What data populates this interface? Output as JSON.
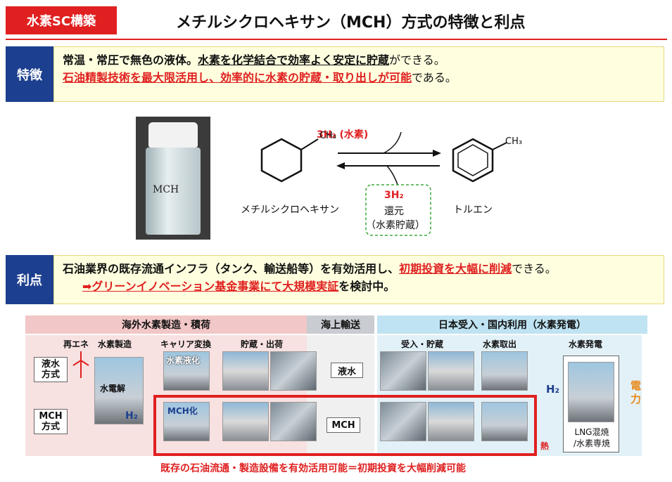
{
  "header": {
    "tag": "水素SC構築",
    "title": "メチルシクロヘキサン（MCH）方式の特徴と利点"
  },
  "features": {
    "label": "特徴",
    "line1_a": "常温・常圧で無色の液体",
    "line1_b": "。",
    "line1_c": "水素を化学結合で効率よく安定に貯蔵",
    "line1_d": "ができる。",
    "line2_a": "石油精製技術を最大限活用し、効率的に水素の貯蔵・取り出しが可能",
    "line2_b": "である。"
  },
  "bottle": {
    "label": "MCH"
  },
  "reaction": {
    "left_compound": "メチルシクロヘキサン",
    "right_compound": "トルエン",
    "release": "3H₂ (水素)",
    "absorb": "3H₂",
    "absorb_note1": "還元",
    "absorb_note2": "（水素貯蔵）",
    "methyl": "CH₃",
    "h": "H"
  },
  "benefits": {
    "label": "利点",
    "line1_a": "石油業界の既存流通インフラ（タンク、輸送船等）を有効活用し、",
    "line1_b": "初期投資を大幅に削減",
    "line1_c": "できる。",
    "line2_a": "➡グリーンイノベーション基金事業にて大規模実証",
    "line2_b": "を検討中。"
  },
  "flow": {
    "stages": [
      "海外水素製造・積荷",
      "海上輸送",
      "日本受入・国内利用（水素発電）"
    ],
    "columns": [
      "再エネ",
      "水素製造",
      "キャリア変換",
      "貯蔵・出荷",
      "受入・貯蔵",
      "水素取出",
      "水素発電"
    ],
    "method_liquid": "液水\n方式",
    "method_mch": "MCH\n方式",
    "electrolysis": "水電解",
    "h2_a": "H₂",
    "h2_b": "H₂",
    "liquefaction": "水素液化",
    "mch_conv": "MCH化",
    "ship_liquid": "液水",
    "ship_mch": "MCH",
    "power": "電力",
    "heat": "熱",
    "gen_label": "LNG混焼\n/水素専焼"
  },
  "footer": "既存の石油流通・製造設備を有効活用可能＝初期投資を大幅削減可能",
  "colors": {
    "accent_red": "#e02020",
    "label_blue": "#1d3f8f",
    "note_bg": "#ffffdf"
  }
}
